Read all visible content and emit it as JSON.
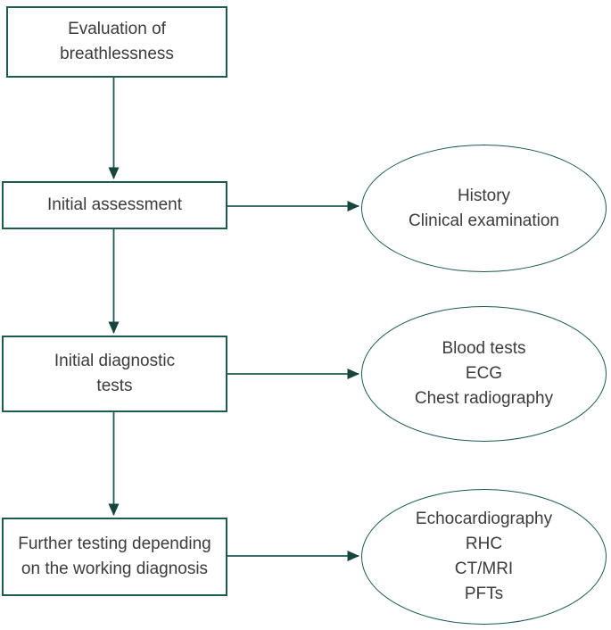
{
  "diagram": {
    "type": "flowchart",
    "topic": "Evaluation of breathlessness",
    "colors": {
      "stroke": "#1d5a4f",
      "arrowhead": "#15453c",
      "text": "#3b3b3b",
      "background": "#ffffff"
    },
    "boxes": [
      {
        "id": "evaluation-of-breathlessness",
        "text": "Evaluation of\nbreathlessness"
      },
      {
        "id": "initial-assessment",
        "text": "Initial assessment"
      },
      {
        "id": "initial-diagnostic-tests",
        "text": "Initial diagnostic\ntests"
      },
      {
        "id": "further-testing",
        "text": "Further testing depending\non the working diagnosis"
      }
    ],
    "ellipses": [
      {
        "id": "history-clinical-examination",
        "text": "History\nClinical examination"
      },
      {
        "id": "blood-tests-ecg-chest-radiography",
        "text": "Blood tests\nECG\nChest radiography"
      },
      {
        "id": "echocardiography-rhc-ctmri-pfts",
        "text": "Echocardiography\nRHC\nCT/MRI\nPFTs"
      }
    ],
    "connections": [
      {
        "from": "evaluation-of-breathlessness",
        "to": "initial-assessment",
        "direction": "down"
      },
      {
        "from": "initial-assessment",
        "to": "history-clinical-examination",
        "direction": "right"
      },
      {
        "from": "initial-assessment",
        "to": "initial-diagnostic-tests",
        "direction": "down"
      },
      {
        "from": "initial-diagnostic-tests",
        "to": "blood-tests-ecg-chest-radiography",
        "direction": "right"
      },
      {
        "from": "initial-diagnostic-tests",
        "to": "further-testing",
        "direction": "down"
      },
      {
        "from": "further-testing",
        "to": "echocardiography-rhc-ctmri-pfts",
        "direction": "right"
      }
    ]
  }
}
